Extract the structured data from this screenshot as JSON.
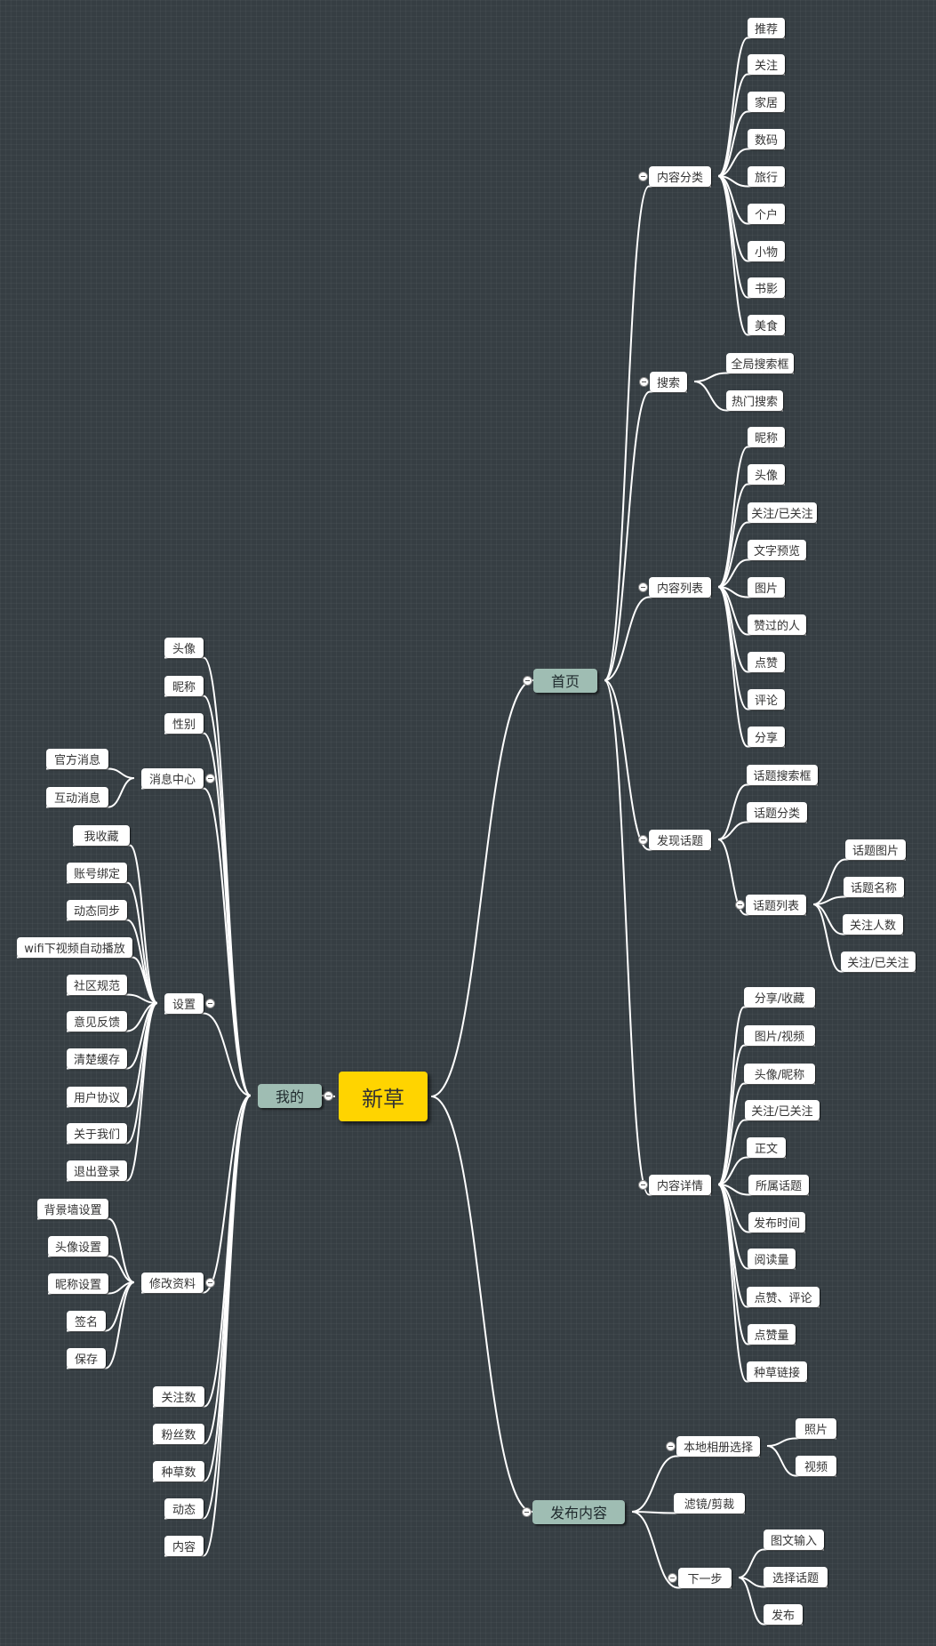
{
  "root": {
    "id": "root",
    "label": "新草"
  },
  "home": {
    "id": "home",
    "label": "首页",
    "children": [
      {
        "id": "nrfl",
        "label": "内容分类",
        "children": [
          {
            "id": "c1",
            "label": "推荐"
          },
          {
            "id": "c2",
            "label": "关注"
          },
          {
            "id": "c3",
            "label": "家居"
          },
          {
            "id": "c4",
            "label": "数码"
          },
          {
            "id": "c5",
            "label": "旅行"
          },
          {
            "id": "c6",
            "label": "个户"
          },
          {
            "id": "c7",
            "label": "小物"
          },
          {
            "id": "c8",
            "label": "书影"
          },
          {
            "id": "c9",
            "label": "美食"
          }
        ]
      },
      {
        "id": "ss",
        "label": "搜索",
        "children": [
          {
            "id": "s1",
            "label": "全局搜索框"
          },
          {
            "id": "s2",
            "label": "热门搜索"
          }
        ]
      },
      {
        "id": "nrlb",
        "label": "内容列表",
        "children": [
          {
            "id": "l1",
            "label": "昵称"
          },
          {
            "id": "l2",
            "label": "头像"
          },
          {
            "id": "l3",
            "label": "关注/已关注"
          },
          {
            "id": "l4",
            "label": "文字预览"
          },
          {
            "id": "l5",
            "label": "图片"
          },
          {
            "id": "l6",
            "label": "赞过的人"
          },
          {
            "id": "l7",
            "label": "点赞"
          },
          {
            "id": "l8",
            "label": "评论"
          },
          {
            "id": "l9",
            "label": "分享"
          }
        ]
      },
      {
        "id": "fxht",
        "label": "发现话题",
        "children": [
          {
            "id": "f1",
            "label": "话题搜索框"
          },
          {
            "id": "f2",
            "label": "话题分类"
          },
          {
            "id": "htlb",
            "label": "话题列表",
            "children": [
              {
                "id": "h1",
                "label": "话题图片"
              },
              {
                "id": "h2",
                "label": "话题名称"
              },
              {
                "id": "h3",
                "label": "关注人数"
              },
              {
                "id": "h4",
                "label": "关注/已关注"
              }
            ]
          }
        ]
      },
      {
        "id": "nrxq",
        "label": "内容详情",
        "children": [
          {
            "id": "d1",
            "label": "分享/收藏"
          },
          {
            "id": "d2",
            "label": "图片/视频"
          },
          {
            "id": "d3",
            "label": "头像/昵称"
          },
          {
            "id": "d4",
            "label": "关注/已关注"
          },
          {
            "id": "d5",
            "label": "正文"
          },
          {
            "id": "d6",
            "label": "所属话题"
          },
          {
            "id": "d7",
            "label": "发布时间"
          },
          {
            "id": "d8",
            "label": "阅读量"
          },
          {
            "id": "d9",
            "label": "点赞、评论"
          },
          {
            "id": "d10",
            "label": "点赞量"
          },
          {
            "id": "d11",
            "label": "种草链接"
          }
        ]
      }
    ]
  },
  "publish": {
    "id": "publish",
    "label": "发布内容",
    "children": [
      {
        "id": "bdxc",
        "label": "本地相册选择",
        "children": [
          {
            "id": "p1",
            "label": "照片"
          },
          {
            "id": "p2",
            "label": "视频"
          }
        ]
      },
      {
        "id": "ljjc",
        "label": "滤镜/剪裁"
      },
      {
        "id": "xyb",
        "label": "下一步",
        "children": [
          {
            "id": "n1",
            "label": "图文输入"
          },
          {
            "id": "n2",
            "label": "选择话题"
          },
          {
            "id": "n3",
            "label": "发布"
          }
        ]
      }
    ]
  },
  "mine": {
    "id": "mine",
    "label": "我的",
    "children": [
      {
        "id": "m1",
        "label": "头像"
      },
      {
        "id": "m2",
        "label": "昵称"
      },
      {
        "id": "m3",
        "label": "性别"
      },
      {
        "id": "xxzx",
        "label": "消息中心",
        "children": [
          {
            "id": "x1",
            "label": "官方消息"
          },
          {
            "id": "x2",
            "label": "互动消息"
          }
        ]
      },
      {
        "id": "sz",
        "label": "设置",
        "children": [
          {
            "id": "z1",
            "label": "我收藏"
          },
          {
            "id": "z2",
            "label": "账号绑定"
          },
          {
            "id": "z3",
            "label": "动态同步"
          },
          {
            "id": "z4",
            "label": "wifi下视频自动播放"
          },
          {
            "id": "z5",
            "label": "社区规范"
          },
          {
            "id": "z6",
            "label": "意见反馈"
          },
          {
            "id": "z7",
            "label": "清楚缓存"
          },
          {
            "id": "z8",
            "label": "用户协议"
          },
          {
            "id": "z9",
            "label": "关于我们"
          },
          {
            "id": "z10",
            "label": "退出登录"
          }
        ]
      },
      {
        "id": "xgzl",
        "label": "修改资料",
        "children": [
          {
            "id": "g1",
            "label": "背景墙设置"
          },
          {
            "id": "g2",
            "label": "头像设置"
          },
          {
            "id": "g3",
            "label": "昵称设置"
          },
          {
            "id": "g4",
            "label": "签名"
          },
          {
            "id": "g5",
            "label": "保存"
          }
        ]
      },
      {
        "id": "m4",
        "label": "关注数"
      },
      {
        "id": "m5",
        "label": "粉丝数"
      },
      {
        "id": "m6",
        "label": "种草数"
      },
      {
        "id": "m7",
        "label": "动态"
      },
      {
        "id": "m8",
        "label": "内容"
      }
    ]
  },
  "colors": {
    "background": "#363e43",
    "root": "#ffd400",
    "branch": "#9fbdb3",
    "leaf": "#ffffff",
    "line": "#ffffff"
  }
}
